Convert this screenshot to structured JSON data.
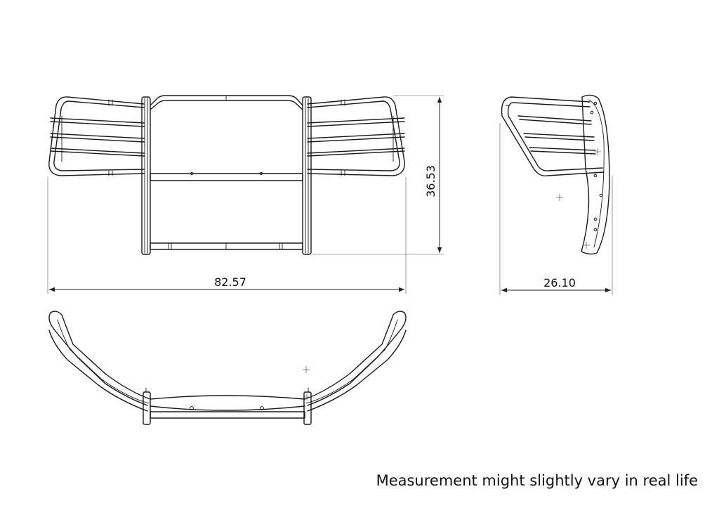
{
  "dimensions": {
    "width": "82.57",
    "height": "36.53",
    "depth": "26.10"
  },
  "note": "Measurement might slightly vary in real life",
  "colors": {
    "line": "#1a1a1a",
    "background": "#ffffff"
  }
}
